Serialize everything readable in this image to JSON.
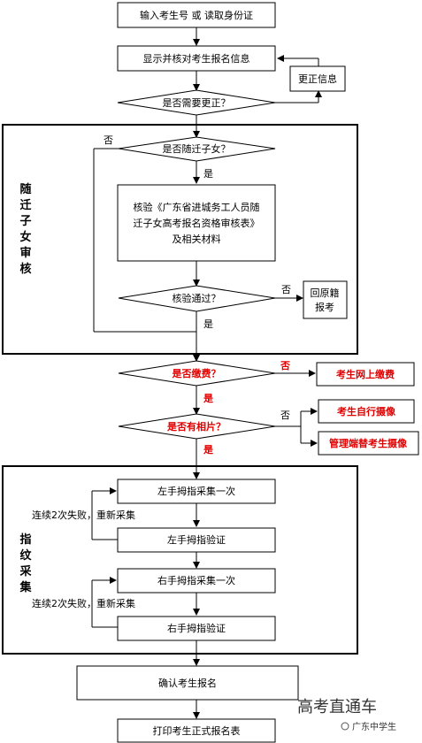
{
  "flow": {
    "input": "输入考生号 或 读取身份证",
    "show_info": "显示并核对考生报名信息",
    "correct_info": "更正信息",
    "need_correct": "是否需要更正？",
    "is_migrant": "是否随迁子女？",
    "verify_line1": "核验《广东省进城务工人员随",
    "verify_line2": "迁子女高考报名资格审核表》",
    "verify_line3": "及相关材料",
    "verify_pass": "核验通过？",
    "return_line1": "回原籍",
    "return_line2": "报考",
    "paid": "是否缴费？",
    "pay_online": "考生网上缴费",
    "has_photo": "是否有相片？",
    "self_photo": "考生自行摄像",
    "admin_photo": "管理端替考生摄像",
    "left_collect": "左手拇指采集一次",
    "left_verify": "左手拇指验证",
    "right_collect": "右手拇指采集一次",
    "right_verify": "右手拇指验证",
    "retry": "连续2次失败，重新采集",
    "confirm": "确认考生报名",
    "print": "打印考生正式报名表"
  },
  "labels": {
    "yes": "是",
    "no": "否"
  },
  "sections": {
    "migrant": [
      "随",
      "迁",
      "子",
      "女",
      "审",
      "核"
    ],
    "fingerprint": [
      "指",
      "纹",
      "采",
      "集"
    ]
  },
  "watermark": {
    "title": "高考直通车",
    "source": "广东中学生"
  },
  "colors": {
    "highlight": "#e00000"
  }
}
